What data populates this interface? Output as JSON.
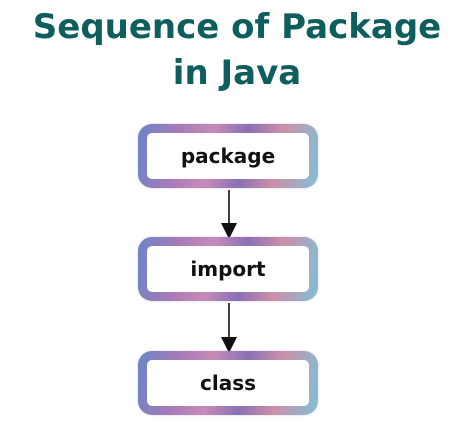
{
  "title": {
    "line1": "Sequence of Package",
    "line2": "in Java"
  },
  "steps": [
    {
      "label": "package"
    },
    {
      "label": "import"
    },
    {
      "label": "class"
    }
  ],
  "colors": {
    "title": "#0e5e5e",
    "arrow": "#111111",
    "box_border_start": "#6a85c7",
    "box_border_end": "#7fc0d6"
  }
}
